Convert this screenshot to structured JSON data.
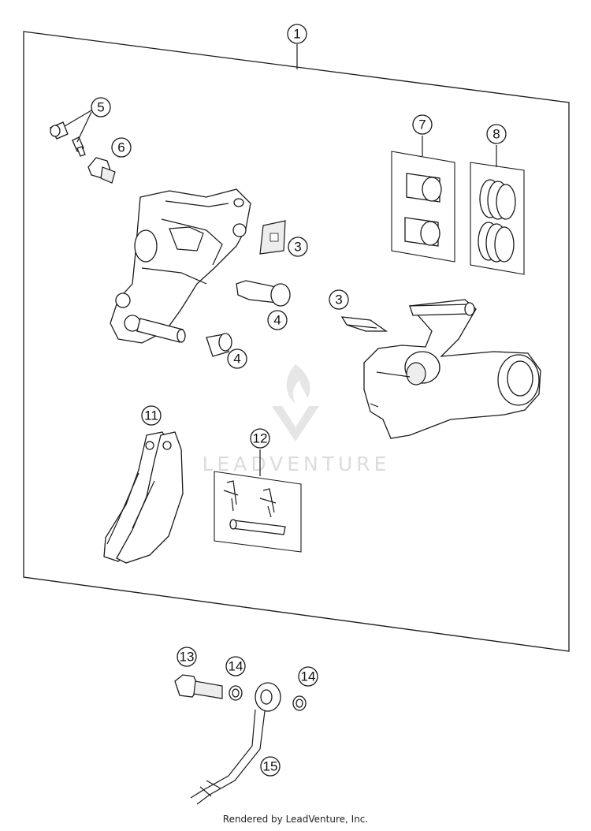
{
  "callouts": {
    "c1": "1",
    "c3a": "3",
    "c3b": "3",
    "c4a": "4",
    "c4b": "4",
    "c5": "5",
    "c6": "6",
    "c7": "7",
    "c8": "8",
    "c11": "11",
    "c12": "12",
    "c13": "13",
    "c14a": "14",
    "c14b": "14",
    "c15": "15"
  },
  "watermark": {
    "text": "LEADVENTURE"
  },
  "footer": {
    "text": "Rendered by LeadVenture, Inc."
  }
}
